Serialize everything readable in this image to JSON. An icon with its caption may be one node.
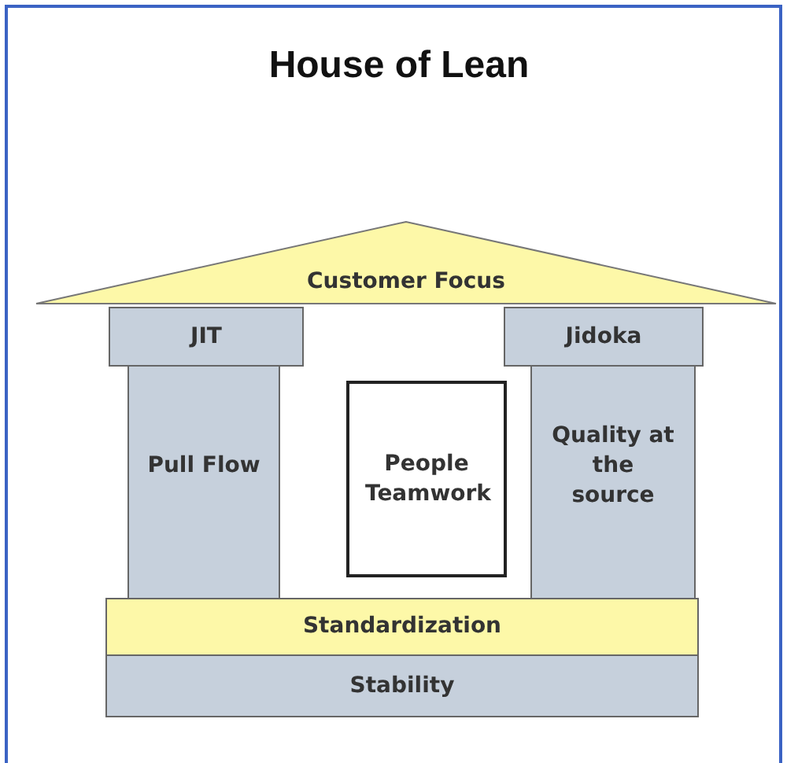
{
  "diagram": {
    "title": "House of Lean",
    "nodes": [
      {
        "text": [
          "Customer Focus"
        ]
      },
      {
        "text": [
          "JIT"
        ]
      },
      {
        "text": [
          "Jidoka"
        ]
      },
      {
        "text": [
          "Pull Flow"
        ]
      },
      {
        "text": [
          "People Teamwork"
        ]
      },
      {
        "text": [
          "Quality at the source"
        ]
      },
      {
        "text": [
          "Standardization"
        ]
      },
      {
        "text": [
          "Stability"
        ]
      }
    ]
  }
}
